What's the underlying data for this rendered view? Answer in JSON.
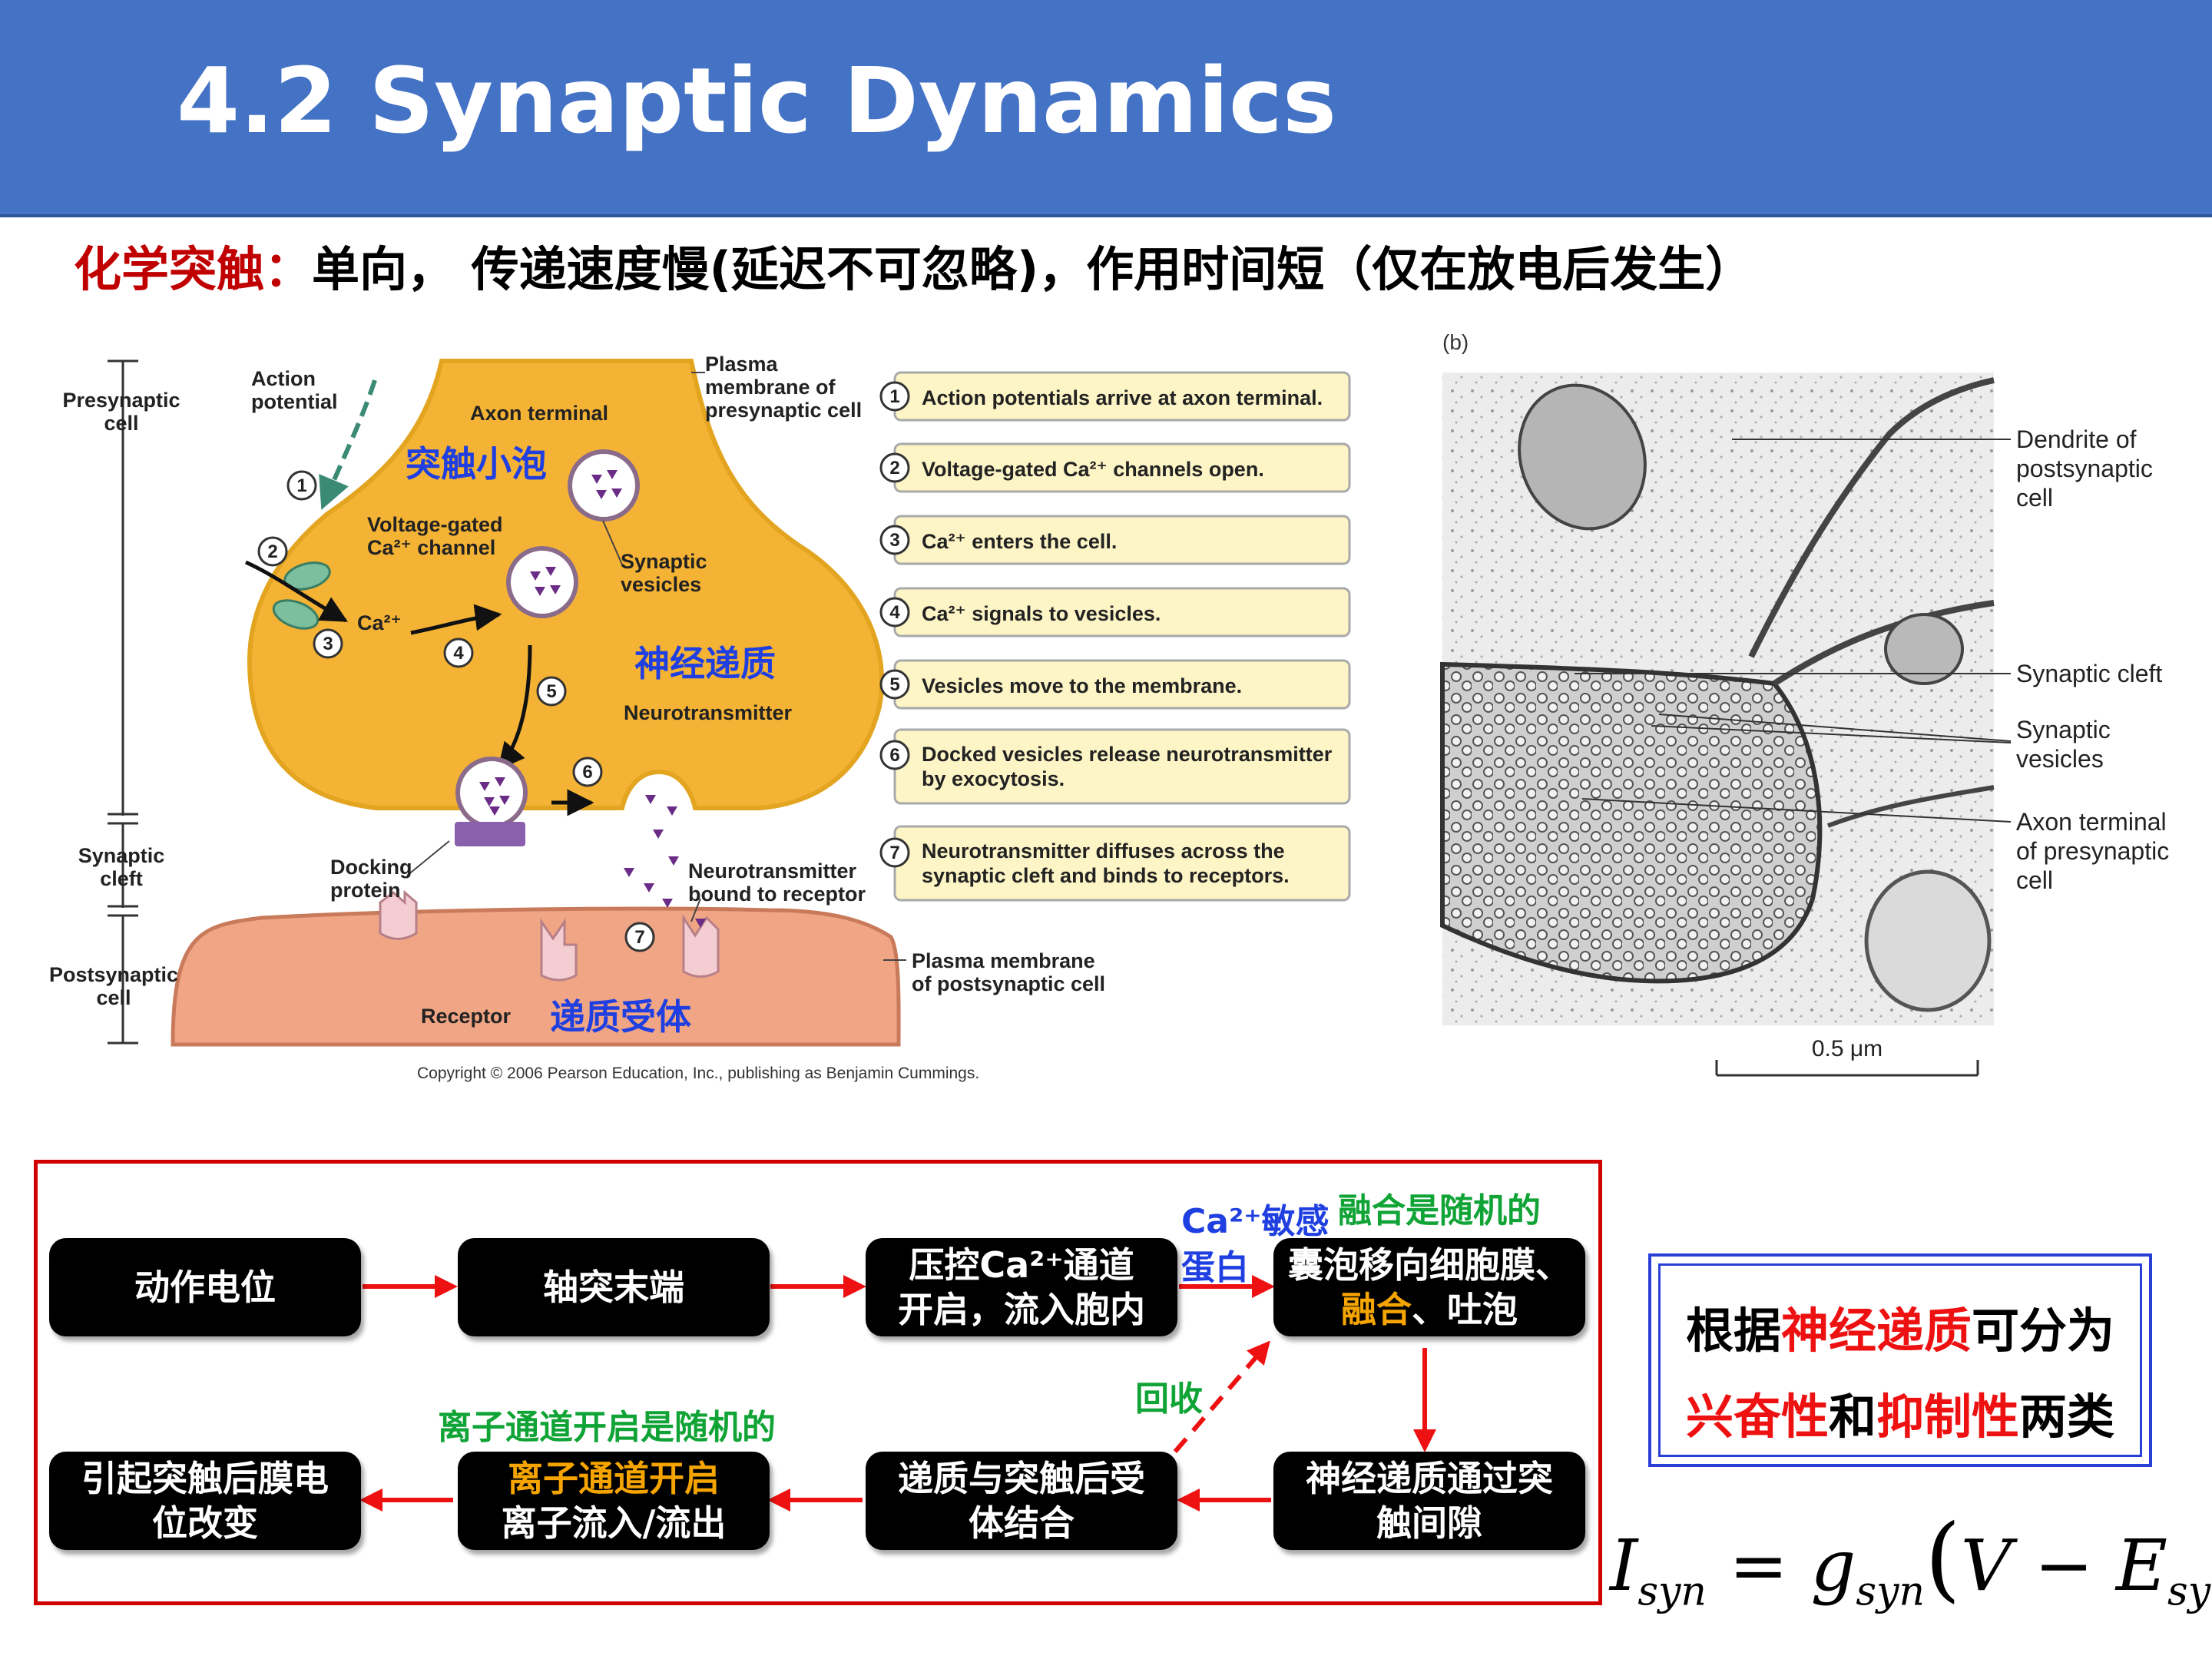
{
  "title": "4.2 Synaptic Dynamics",
  "subtitle": {
    "red": "化学突触：",
    "black": "单向， 传递速度慢(延迟不可忽略)，作用时间短（仅在放电后发生）"
  },
  "diagram_a": {
    "labels": {
      "presynaptic_cell": [
        "Presynaptic",
        "cell"
      ],
      "synaptic_cleft": [
        "Synaptic",
        "cleft"
      ],
      "postsynaptic_cell": [
        "Postsynaptic",
        "cell"
      ],
      "action_potential": [
        "Action",
        "potential"
      ],
      "axon_terminal": "Axon terminal",
      "plasma_membrane_pre": [
        "Plasma",
        "membrane of",
        "presynaptic cell"
      ],
      "vgcc": [
        "Voltage-gated",
        "Ca²⁺ channel"
      ],
      "ca": "Ca²⁺",
      "synaptic_vesicles": [
        "Synaptic",
        "vesicles"
      ],
      "neurotransmitter": "Neurotransmitter",
      "docking_protein": [
        "Docking",
        "protein"
      ],
      "nt_bound": [
        "Neurotransmitter",
        "bound to receptor"
      ],
      "receptor": "Receptor",
      "plasma_membrane_post": [
        "Plasma membrane",
        "of postsynaptic cell"
      ],
      "copyright": "Copyright © 2006 Pearson Education, Inc., publishing as Benjamin Cummings."
    },
    "cn_labels": {
      "vesicle": "突触小泡",
      "neurotransmitter": "神经递质",
      "receptor": "递质受体"
    },
    "step_numbers": [
      "1",
      "2",
      "3",
      "4",
      "5",
      "6",
      "7"
    ],
    "steps": [
      {
        "num": "1",
        "text": "Action potentials arrive at axon terminal."
      },
      {
        "num": "2",
        "text": "Voltage-gated Ca²⁺ channels open."
      },
      {
        "num": "3",
        "text": "Ca²⁺ enters the cell."
      },
      {
        "num": "4",
        "text": "Ca²⁺ signals to vesicles."
      },
      {
        "num": "5",
        "text": "Vesicles move to the membrane."
      },
      {
        "num": "6",
        "text": "Docked vesicles release neurotransmitter",
        "text2": "by exocytosis."
      },
      {
        "num": "7",
        "text": "Neurotransmitter diffuses across the",
        "text2": "synaptic cleft and binds to receptors."
      }
    ]
  },
  "micrograph": {
    "panel_label": "(b)",
    "labels": [
      {
        "lines": [
          "Dendrite of",
          "postsynaptic",
          "cell"
        ]
      },
      {
        "lines": [
          "Synaptic cleft"
        ]
      },
      {
        "lines": [
          "Synaptic",
          "vesicles"
        ]
      },
      {
        "lines": [
          "Axon terminal",
          "of presynaptic",
          "cell"
        ]
      }
    ],
    "scale": "0.5 μm"
  },
  "flow": {
    "box1": [
      "动作电位"
    ],
    "box2": [
      "轴突末端"
    ],
    "box3": [
      "压控Ca²⁺通道",
      "开启，流入胞内"
    ],
    "box4_line1": "囊泡移向细胞膜、",
    "box4_line2_orange": "融合",
    "box4_line2_rest": "、吐泡",
    "box5": [
      "神经递质通过突",
      "触间隙"
    ],
    "box6": [
      "递质与突触后受",
      "体结合"
    ],
    "box7_orange": "离子通道开启",
    "box7_line2": "离子流入/流出",
    "box8": [
      "引起突触后膜电",
      "位改变"
    ],
    "ann_ca_sensitive": "Ca²⁺敏感",
    "ann_protein": "蛋白",
    "ann_fusion_random": "融合是随机的",
    "ann_recycle": "回收",
    "ann_channel_random": "离子通道开启是随机的"
  },
  "info_box": {
    "line1_a": "根据",
    "line1_red": "神经递质",
    "line1_b": "可分为",
    "line2_red1": "兴奋性",
    "line2_a": "和",
    "line2_red2": "抑制性",
    "line2_b": "两类"
  },
  "formula": {
    "I": "I",
    "g": "g",
    "sub": "syn",
    "V": "V",
    "E": "E",
    "eq": "=",
    "minus": "−"
  },
  "colors": {
    "title_bar": "#4472c4",
    "terminal": "#f5b335",
    "step_box": "#fdf5c6",
    "flow_border": "#d00000",
    "cn_label_blue": "#1f3fe0",
    "green": "#10a336",
    "red": "#ee1111"
  }
}
